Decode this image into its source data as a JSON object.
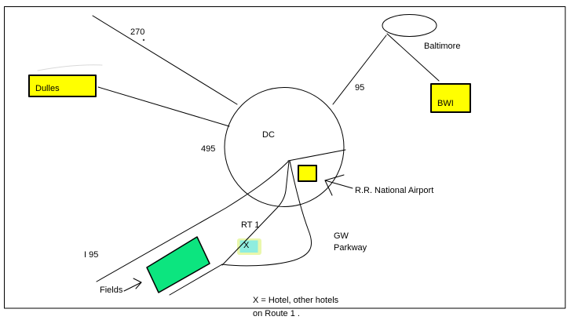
{
  "drawing": {
    "colors": {
      "airport_yellow": "#ffff00",
      "field_green": "#0ce57f",
      "hotel_cyan": "#8feddf",
      "hotel_glow": "#e9f7ac",
      "ink": "#000000"
    },
    "labels": {
      "route_270": "270",
      "dulles": "Dulles",
      "beltway_495": "495",
      "dc": "DC",
      "route_95": "95",
      "baltimore": "Baltimore",
      "bwi": "BWI",
      "national_airport": "R.R. National Airport",
      "rt_1": "RT 1",
      "hotel_x": "X",
      "gw": "GW",
      "parkway": "Parkway",
      "i_95": "I 95",
      "fields": "Fields"
    },
    "legend": {
      "line1": "X = Hotel, other hotels",
      "line2": "on Route 1 ."
    }
  }
}
